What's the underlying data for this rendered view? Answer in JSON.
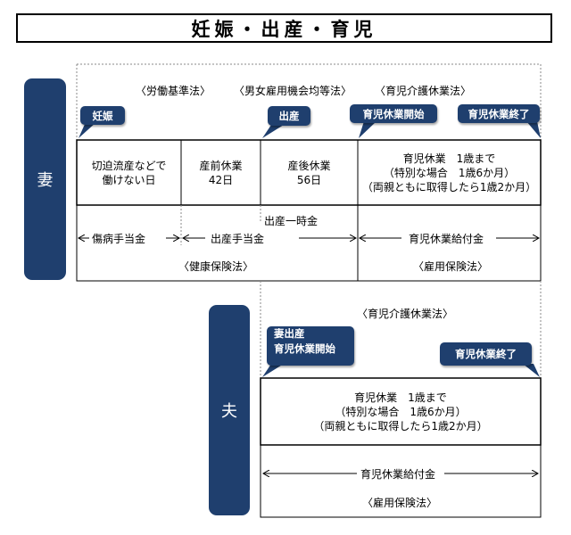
{
  "title": "妊娠・出産・育児",
  "wife": {
    "label": "妻",
    "laws": {
      "labor_standards": "〈労働基準法〉",
      "equal_employment": "〈男女雇用機会均等法〉",
      "childcare_leave": "〈育児介護休業法〉"
    },
    "callouts": {
      "pregnancy": "妊娠",
      "birth": "出産",
      "leave_start": "育児休業開始",
      "leave_end": "育児休業終了"
    },
    "cells": {
      "cell1": [
        "切迫流産などで",
        "働けない日"
      ],
      "cell2": [
        "産前休業",
        "42日"
      ],
      "cell3": [
        "産後休業",
        "56日"
      ],
      "cell4": [
        "育児休業　1歳まで",
        "（特別な場合　1歳6か月）",
        "（両親ともに取得したら1歳2か月）"
      ]
    },
    "benefits": {
      "sickness": "傷病手当金",
      "birth_lump": "出産一時金",
      "maternity": "出産手当金",
      "childcare": "育児休業給付金"
    },
    "insurance": {
      "health": "〈健康保険法〉",
      "employment": "〈雇用保険法〉"
    }
  },
  "husband": {
    "label": "夫",
    "law": "〈育児介護休業法〉",
    "callouts": {
      "start_line1": "妻出産",
      "start_line2": "育児休業開始",
      "end": "育児休業終了"
    },
    "cell": [
      "育児休業　1歳まで",
      "（特別な場合　1歳6か月）",
      "（両親ともに取得したら1歳2か月）"
    ],
    "benefit": "育児休業給付金",
    "insurance": "〈雇用保険法〉"
  },
  "colors": {
    "navy": "#1f3f6e",
    "border": "#000000",
    "dotted": "#888888"
  }
}
